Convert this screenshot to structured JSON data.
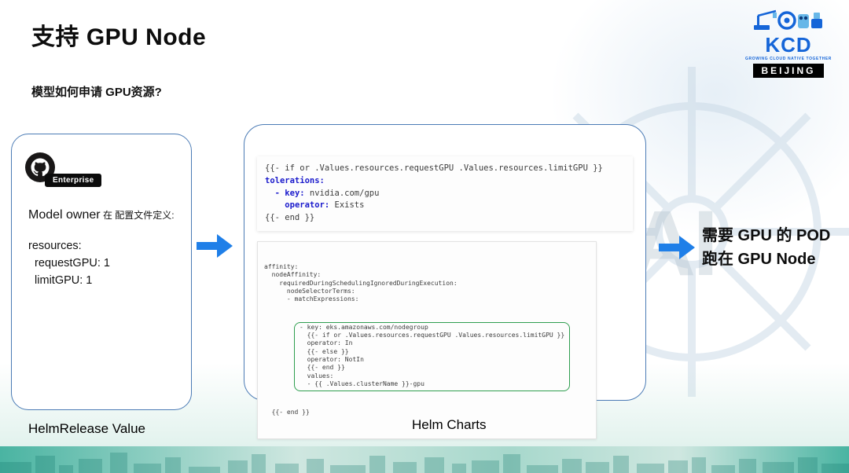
{
  "slide": {
    "title": "支持 GPU Node",
    "subtitle": "模型如何申请 GPU资源?"
  },
  "logo": {
    "brand": "KCD",
    "tagline": "GROWING CLOUD NATIVE TOGETHER",
    "location": "BEIJING"
  },
  "left_panel": {
    "badge": "Enterprise",
    "intro_en": "Model owner",
    "intro_zh": " 在 配置文件定义:",
    "code_lines": [
      "resources:",
      "  requestGPU: 1",
      "  limitGPU: 1"
    ],
    "caption": "HelmRelease Value"
  },
  "helm_panel": {
    "caption": "Helm Charts",
    "tolerations_code": [
      [
        {
          "t": "{{- if or .Values.resources.requestGPU .Values.resources.limitGPU }}"
        }
      ],
      [
        {
          "t": "tolerations:",
          "c": "kw"
        }
      ],
      [
        {
          "t": "  "
        },
        {
          "t": "- key:",
          "c": "kw"
        },
        {
          "t": " nvidia.com/gpu"
        }
      ],
      [
        {
          "t": "    "
        },
        {
          "t": "operator:",
          "c": "kw"
        },
        {
          "t": " Exists"
        }
      ],
      [
        {
          "t": "{{- end }}"
        }
      ]
    ],
    "affinity_code_before": [
      "affinity:",
      "  nodeAffinity:",
      "    requiredDuringSchedulingIgnoredDuringExecution:",
      "      nodeSelectorTerms:",
      "      - matchExpressions:"
    ],
    "affinity_code_highlight": [
      "- key: eks.amazonaws.com/nodegroup",
      "  {{- if or .Values.resources.requestGPU .Values.resources.limitGPU }}",
      "  operator: In",
      "  {{- else }}",
      "  operator: NotIn",
      "  {{- end }}",
      "  values:",
      "  - {{ .Values.clusterName }}-gpu"
    ],
    "affinity_code_after": [
      "  {{- end }}"
    ]
  },
  "result_note": {
    "line1": "需要 GPU 的 POD",
    "line2": "跑在 GPU Node"
  },
  "watermark": "AI",
  "colors": {
    "panel_border": "#4b7bb5",
    "arrow_blue": "#1f7fe8",
    "keyword_blue": "#1a1acc",
    "highlight_green": "#2f9e4f",
    "brand_blue": "#1565d8",
    "strip_teal": "#4ab4a2"
  }
}
